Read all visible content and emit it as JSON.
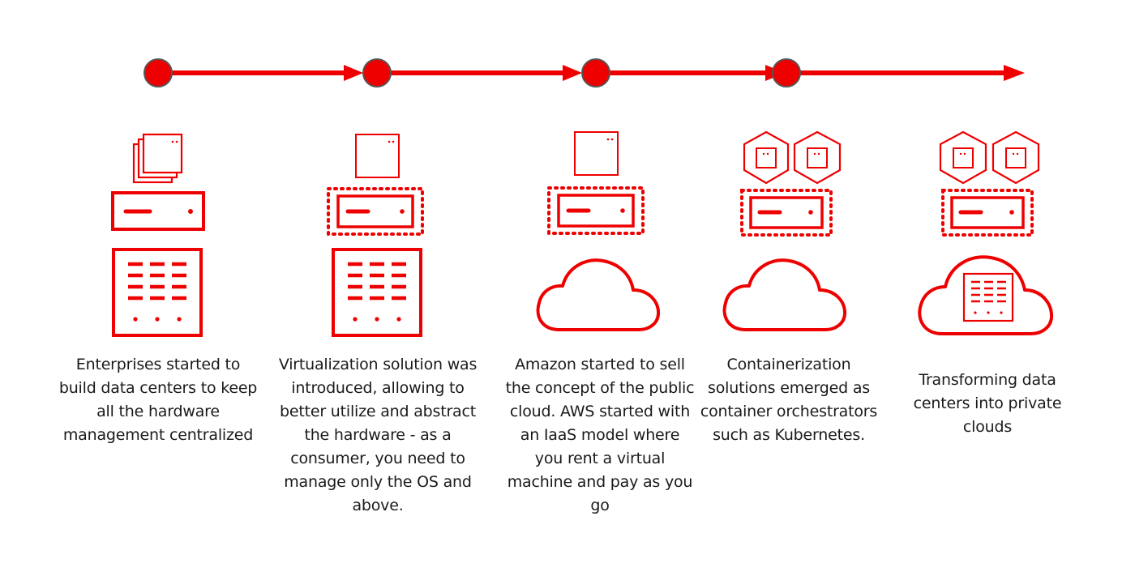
{
  "colors": {
    "accent": "#ee0000",
    "node_border": "#555555",
    "text": "#1a1a1a",
    "background": "#ffffff"
  },
  "timeline": {
    "milestones": 4,
    "direction": "left-to-right"
  },
  "stages": [
    {
      "id": "data-centers",
      "icons": [
        "stacked-vm-icon",
        "server-icon",
        "rack-icon"
      ],
      "caption": "Enterprises started to build data centers to keep all the hardware management centralized"
    },
    {
      "id": "virtualization",
      "icons": [
        "vm-icon",
        "virtualized-server-icon",
        "rack-icon"
      ],
      "caption": "Virtualization solution was introduced, allowing to better utilize and abstract the hardware - as a consumer, you need to manage only the OS and above."
    },
    {
      "id": "public-cloud",
      "icons": [
        "vm-icon",
        "virtualized-server-icon",
        "cloud-icon"
      ],
      "caption": "Amazon started to sell the concept of the public cloud. AWS started with an IaaS model where you rent a virtual machine and pay as you go"
    },
    {
      "id": "containerization",
      "icons": [
        "container-icon",
        "container-icon",
        "virtualized-server-icon",
        "cloud-icon"
      ],
      "caption": "Containerization solutions emerged as container orchestrators such as Kubernetes."
    },
    {
      "id": "private-cloud",
      "icons": [
        "container-icon",
        "container-icon",
        "virtualized-server-icon",
        "private-cloud-icon"
      ],
      "caption": "Transforming data centers into private clouds"
    }
  ]
}
